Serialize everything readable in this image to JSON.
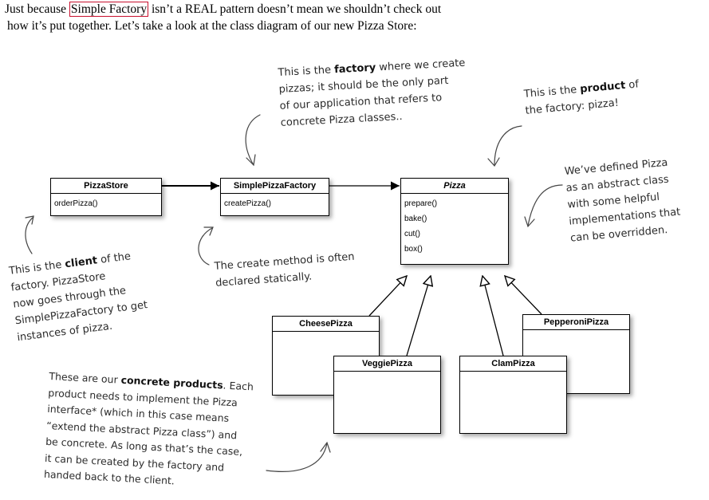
{
  "intro": {
    "line1_before": "Just because ",
    "highlight": "Simple Factory",
    "line1_after": " isn’t a REAL pattern doesn’t mean we shouldn’t check out",
    "line2": "how it’s put together.  Let’s take a look at the class diagram of our new Pizza Store:"
  },
  "classes": {
    "pizza_store": {
      "name": "PizzaStore",
      "ops": [
        "orderPizza()"
      ]
    },
    "simple_factory": {
      "name": "SimplePizzaFactory",
      "ops": [
        "createPizza()"
      ]
    },
    "pizza": {
      "name": "Pizza",
      "ops": [
        "prepare()",
        "bake()",
        "cut()",
        "box()"
      ]
    },
    "cheese": {
      "name": "CheesePizza"
    },
    "veggie": {
      "name": "VeggiePizza"
    },
    "clam": {
      "name": "ClamPizza"
    },
    "pepperoni": {
      "name": "PepperoniPizza"
    }
  },
  "notes": {
    "factory": {
      "l1a": "This is the ",
      "l1b": "factory",
      "l1c": " where we create",
      "l2": "pizzas; it should be the only part",
      "l3": "of our application that refers to",
      "l4": "concrete Pizza classes.."
    },
    "product": {
      "l1a": "This is the ",
      "l1b": "product",
      "l1c": " of",
      "l2": "the factory: pizza!"
    },
    "abstract": {
      "l1": "We’ve defined Pizza",
      "l2": "as an abstract class",
      "l3": "with some helpful",
      "l4": "implementations that",
      "l5": "can be overridden."
    },
    "client": {
      "l1a": "This is the ",
      "l1b": "client",
      "l1c": " of the",
      "l2": "factory. PizzaStore",
      "l3": "now goes through the",
      "l4": "SimplePizzaFactory to get",
      "l5": "instances of pizza."
    },
    "create": {
      "l1": "The create method is often",
      "l2": "declared statically."
    },
    "concrete": {
      "l1a": "These are our ",
      "l1b": "concrete products",
      "l1c": ".  Each",
      "l2": "product needs to implement the Pizza",
      "l3": "interface* (which in this case means",
      "l4": "“extend the abstract Pizza class”) and",
      "l5": "be concrete.  As long as that’s the case,",
      "l6": "it can be created by the factory and",
      "l7": "handed back to the client."
    }
  }
}
